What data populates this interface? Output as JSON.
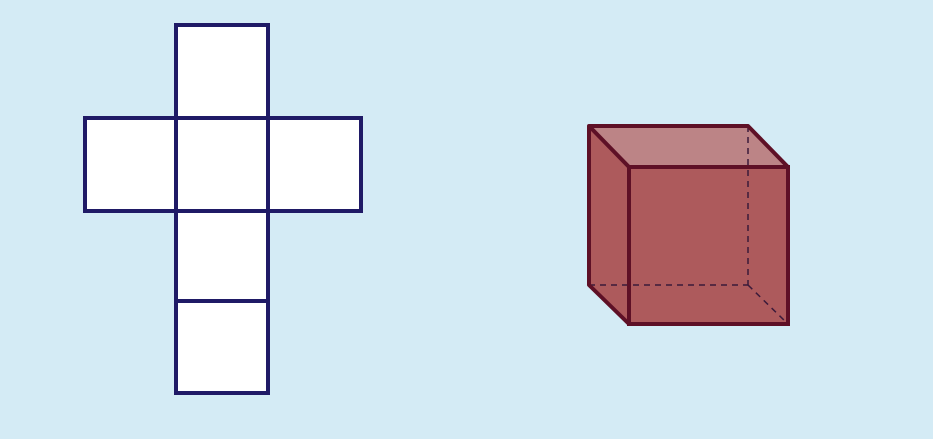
{
  "colors": {
    "background": "#d4ebf5",
    "outline": "#1f1a66",
    "net_face_fill": "#ffffff",
    "cube_face_fill": "#ad5a5c",
    "cube_top_fill": "#bc8486",
    "cube_edge": "#5e1026",
    "cube_hidden_edge": "#3b1a3a"
  },
  "diagram": {
    "net": {
      "label": "",
      "faces": [
        "top",
        "left",
        "center",
        "right",
        "front",
        "bottom"
      ]
    },
    "cube": {
      "label": "",
      "visible_faces": [
        "front",
        "top",
        "left"
      ],
      "hidden_edges": "dashed"
    }
  }
}
